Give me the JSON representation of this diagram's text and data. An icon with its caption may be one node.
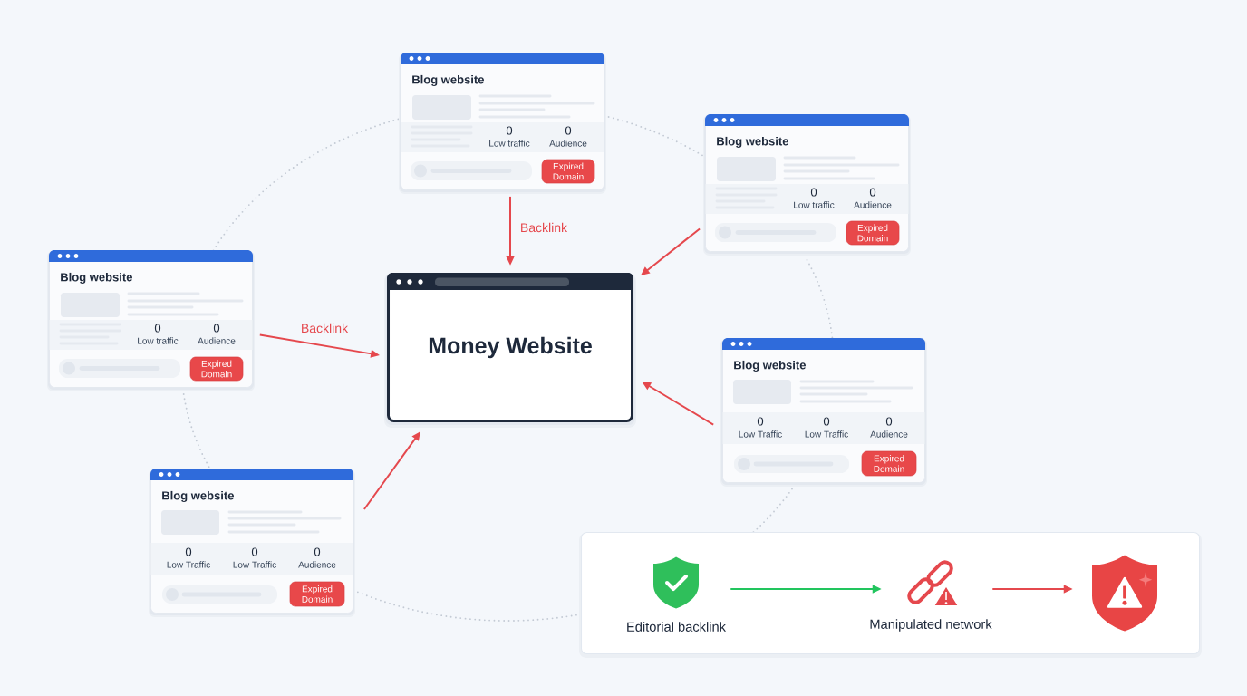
{
  "diagram": {
    "nodes": [
      {
        "text": [
          "Blog website",
          "0",
          "Low traffic",
          "0",
          "Audience"
        ]
      },
      {
        "text": [
          "Expired Domain"
        ],
        "in": 0
      },
      {
        "text": [
          "Blog website",
          "0",
          "Low traffic",
          "0",
          "Audience"
        ]
      },
      {
        "text": [
          "Expired Domain"
        ],
        "in": 2
      },
      {
        "text": [
          "Blog website",
          "0",
          "Low traffic",
          "0",
          "Audience"
        ]
      },
      {
        "text": [
          "Expired Domain"
        ],
        "in": 4
      },
      {
        "text": [
          "Money Website"
        ]
      },
      {
        "text": [
          "Blog website",
          "0",
          "Low Traffic",
          "0",
          "Low Traffic",
          "0",
          "Audience"
        ]
      },
      {
        "text": [
          "Expired Domain"
        ],
        "in": 7
      },
      {
        "text": [
          "Blog website",
          "0",
          "Low Traffic",
          "0",
          "Low Traffic",
          "0",
          "Audience"
        ]
      },
      {
        "text": [
          "Expired Domain"
        ],
        "in": 9
      },
      {
        "text": [],
        "shape": "box"
      },
      {
        "text": [],
        "shape": "shield",
        "in": 11,
        "beside": [
          "Editorial backlink"
        ]
      },
      {
        "text": [],
        "shape": "picture",
        "in": 11,
        "beside": [
          "Manipulated network"
        ]
      },
      {
        "text": [],
        "shape": "shield",
        "in": 11
      }
    ],
    "edges": [
      {
        "from": 0,
        "to": 6,
        "arrow": "to",
        "label": "Backlink"
      },
      {
        "from": 2,
        "to": 6,
        "arrow": "to"
      },
      {
        "from": 4,
        "to": 6,
        "arrow": "to",
        "label": "Backlink"
      },
      {
        "from": 7,
        "to": 6,
        "arrow": "to"
      },
      {
        "from": 9,
        "to": 6,
        "arrow": "to"
      },
      {
        "from": 12,
        "to": 13,
        "arrow": "to",
        "color": "#22c55e"
      },
      {
        "from": 13,
        "to": 14,
        "arrow": "to"
      }
    ]
  }
}
